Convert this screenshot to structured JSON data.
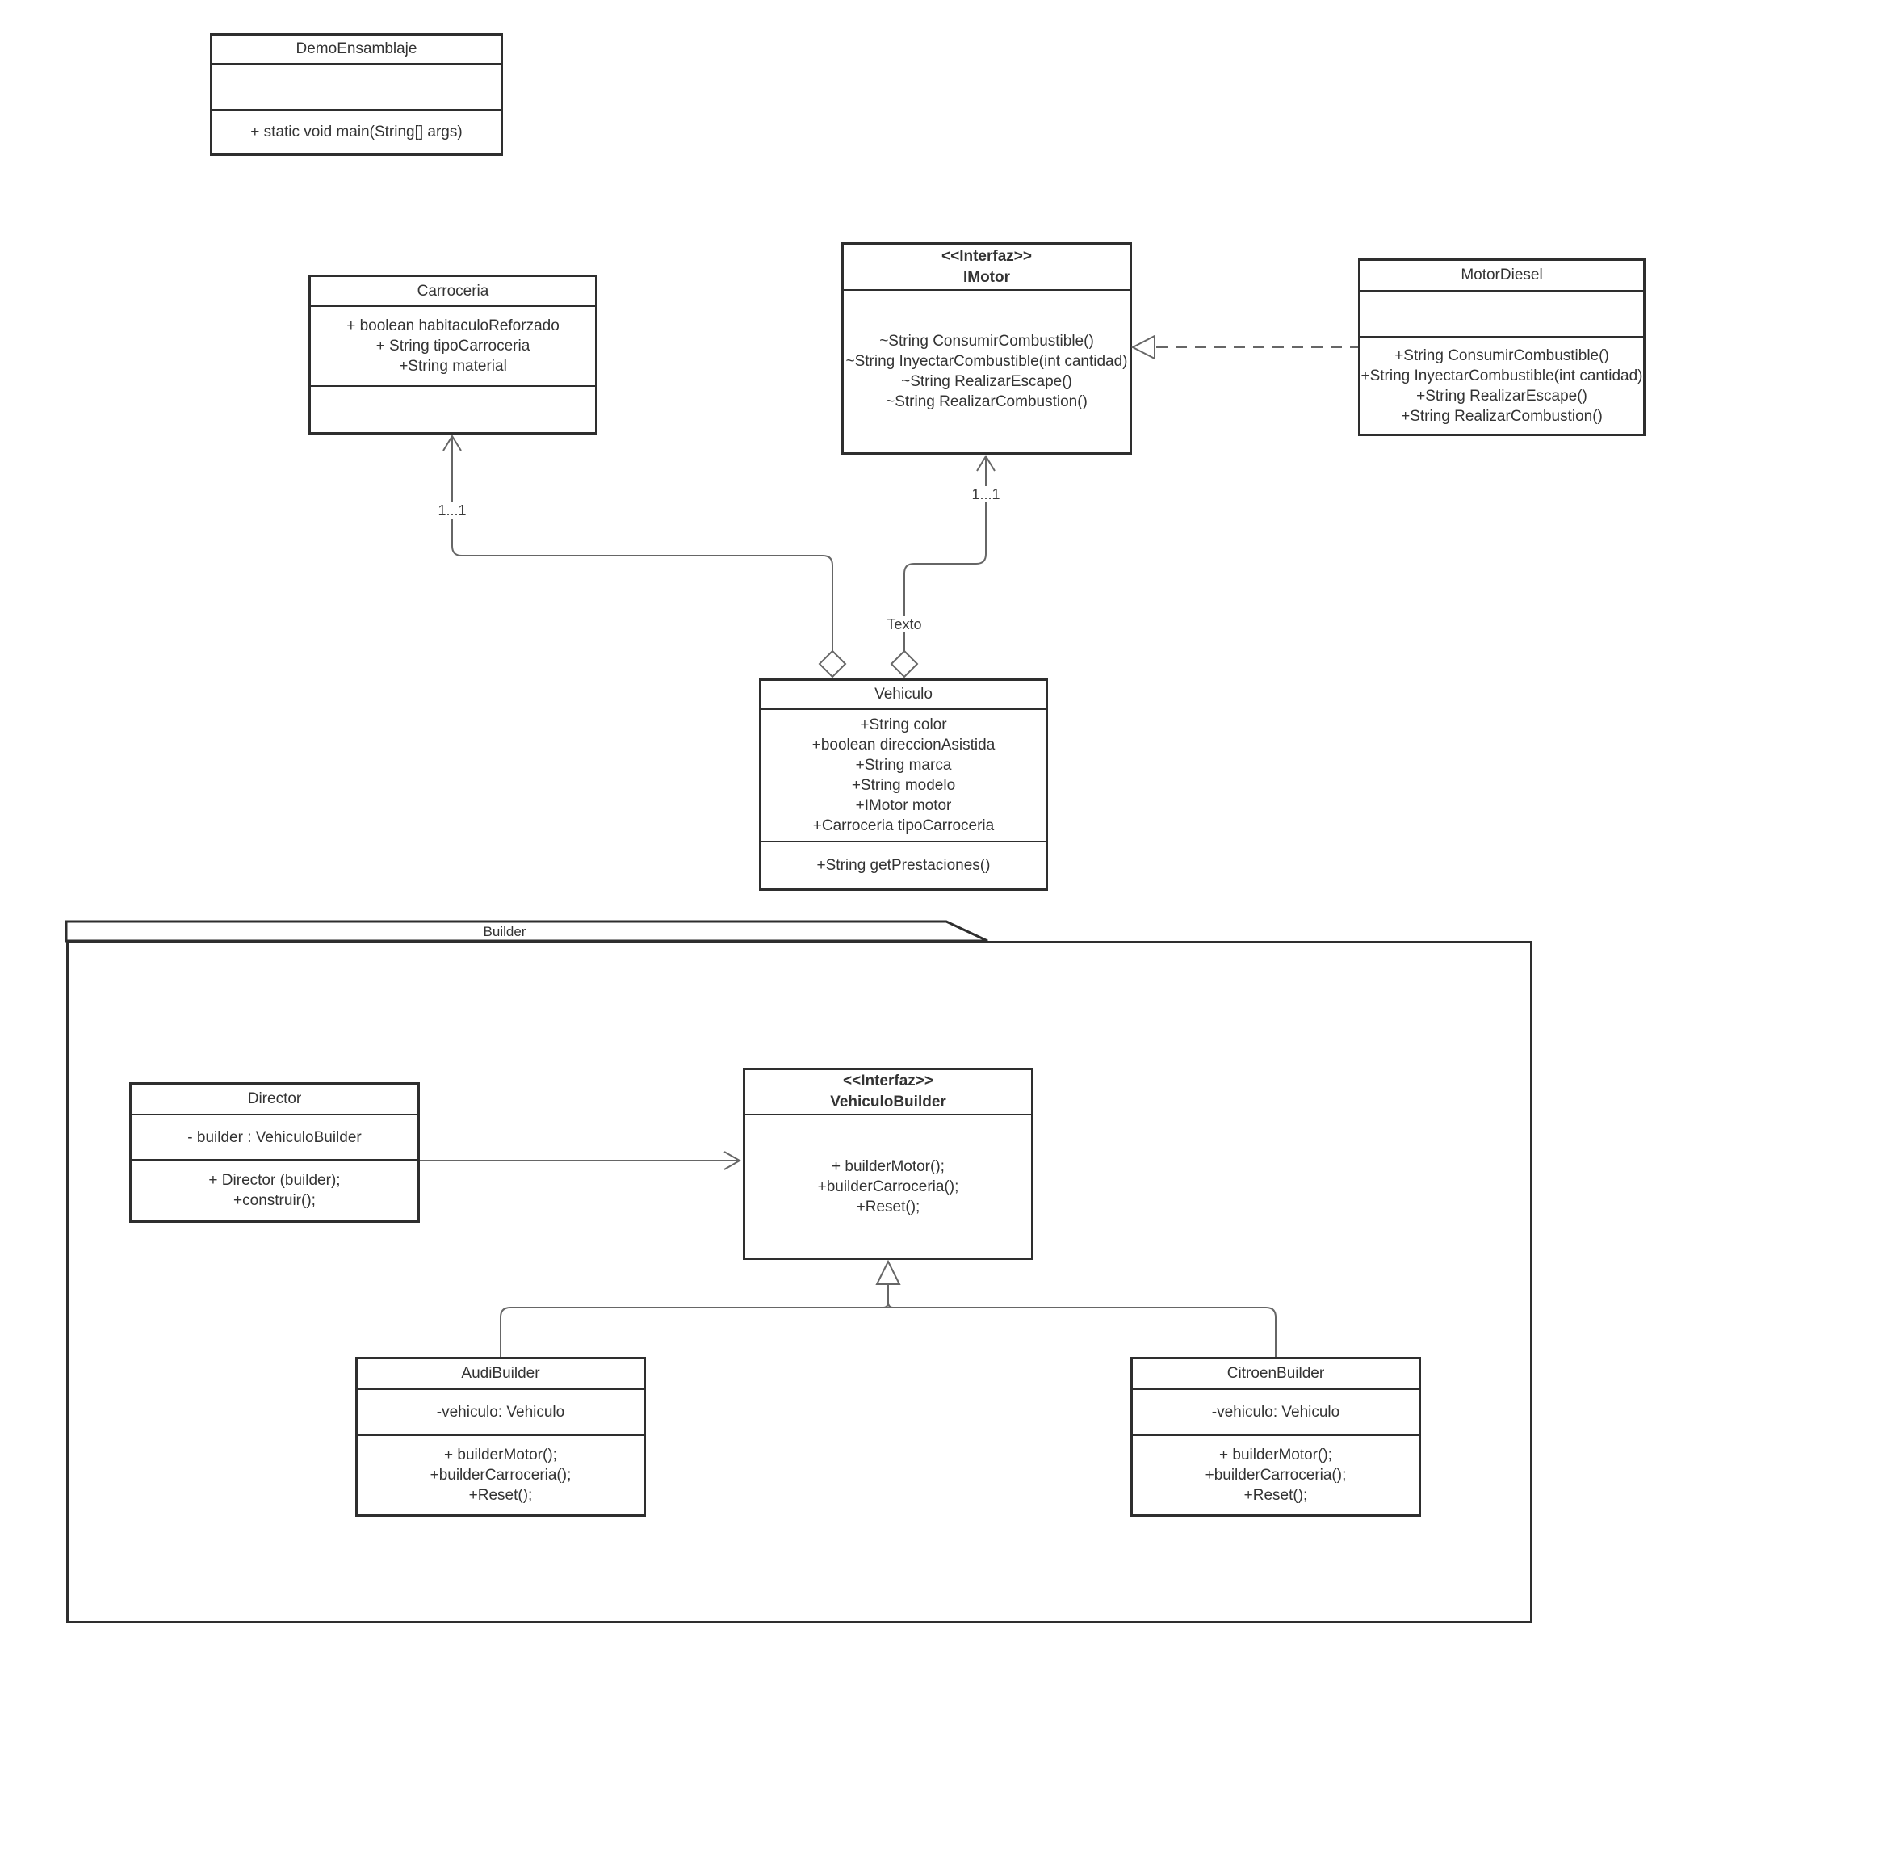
{
  "package": {
    "label": "Builder"
  },
  "edge_labels": {
    "carroceria_multiplicity": "1...1",
    "imotor_multiplicity": "1...1",
    "motor_role": "Texto"
  },
  "classes": {
    "demo": {
      "title": "DemoEnsamblaje",
      "methods": [
        "+ static void main(String[] args)"
      ]
    },
    "carroceria": {
      "title": "Carroceria",
      "attributes": [
        "+ boolean habitaculoReforzado",
        "+ String tipoCarroceria",
        "+String material"
      ]
    },
    "imotor": {
      "stereotype": "<<Interfaz>>",
      "title": "IMotor",
      "methods": [
        "~String ConsumirCombustible()",
        "~String InyectarCombustible(int cantidad)",
        "~String RealizarEscape()",
        "~String RealizarCombustion()"
      ]
    },
    "motordiesel": {
      "title": "MotorDiesel",
      "methods": [
        "+String ConsumirCombustible()",
        "+String InyectarCombustible(int cantidad)",
        "+String RealizarEscape()",
        "+String RealizarCombustion()"
      ]
    },
    "vehiculo": {
      "title": "Vehiculo",
      "attributes": [
        "+String color",
        "+boolean direccionAsistida",
        "+String marca",
        "+String modelo",
        "+IMotor motor",
        "+Carroceria tipoCarroceria"
      ],
      "methods": [
        "+String getPrestaciones()"
      ]
    },
    "director": {
      "title": "Director",
      "attributes": [
        "- builder : VehiculoBuilder"
      ],
      "methods": [
        "+ Director (builder);",
        "+construir();"
      ]
    },
    "vehiculobuilder": {
      "stereotype": "<<Interfaz>>",
      "title": "VehiculoBuilder",
      "methods": [
        "+ builderMotor();",
        "+builderCarroceria();",
        "+Reset();"
      ]
    },
    "audibuilder": {
      "title": "AudiBuilder",
      "attributes": [
        "-vehiculo: Vehiculo"
      ],
      "methods": [
        "+ builderMotor();",
        "+builderCarroceria();",
        "+Reset();"
      ]
    },
    "citroenbuilder": {
      "title": "CitroenBuilder",
      "attributes": [
        "-vehiculo: Vehiculo"
      ],
      "methods": [
        "+ builderMotor();",
        "+builderCarroceria();",
        "+Reset();"
      ]
    }
  }
}
